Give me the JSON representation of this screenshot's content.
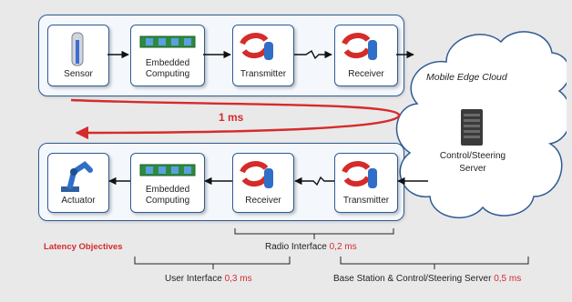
{
  "nodes": {
    "sensor": "Sensor",
    "embedded_top_1": "Embedded",
    "embedded_top_2": "Computing",
    "transmitter_top": "Transmitter",
    "receiver_top": "Receiver",
    "actuator": "Actuator",
    "embedded_bot_1": "Embedded",
    "embedded_bot_2": "Computing",
    "receiver_bot": "Receiver",
    "transmitter_bot": "Transmitter"
  },
  "cloud": {
    "title": "Mobile Edge Cloud",
    "server_1": "Control/Steering",
    "server_2": "Server"
  },
  "loop": {
    "value": "1 ms"
  },
  "latency": {
    "title": "Latency Objectives",
    "radio_label": "Radio Interface",
    "radio_value": "0,2 ms",
    "user_label": "User Interface",
    "user_value": "0,3 ms",
    "bs_label": "Base Station & Control/Steering Server",
    "bs_value": "0,5 ms"
  },
  "colors": {
    "accent_red": "#d62b2b",
    "frame_blue": "#2f5b93"
  }
}
